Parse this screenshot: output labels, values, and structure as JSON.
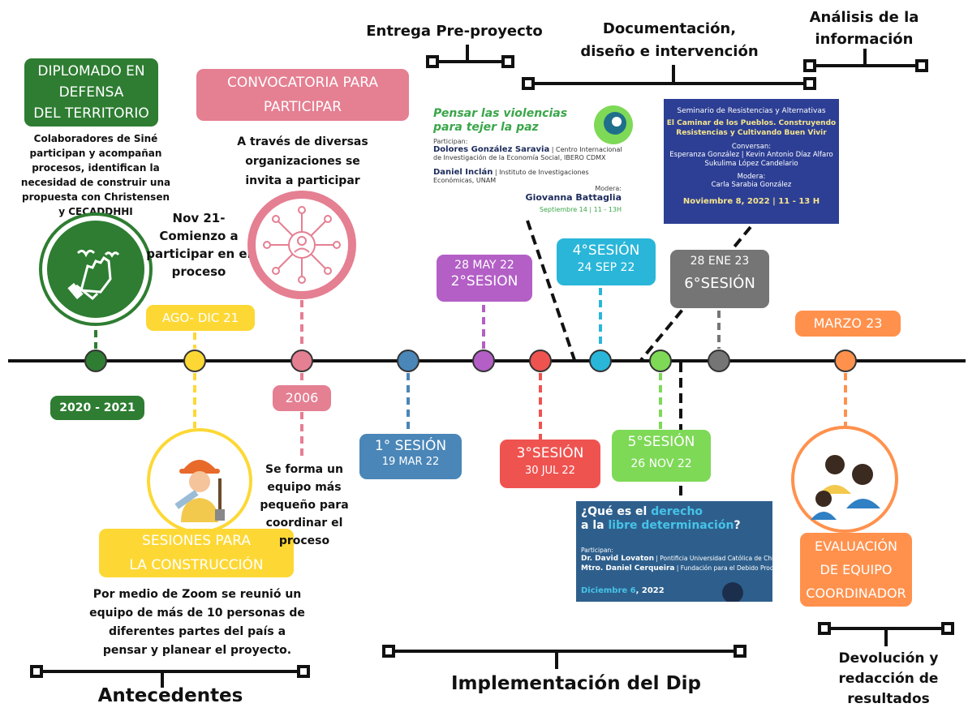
{
  "phases": {
    "antecedentes": "Antecedentes",
    "implementacion": "Implementación del Dip",
    "devolucion_1": "Devolución y",
    "devolucion_2": "redacción de",
    "devolucion_3": "resultados",
    "entrega": "Entrega Pre-proyecto",
    "documentacion_1": "Documentación,",
    "documentacion_2": "diseño e intervención",
    "analisis_1": "Análisis de  la",
    "analisis_2": "información"
  },
  "milestones": {
    "diplomado": {
      "title_1": "DIPLOMADO EN",
      "title_2": "DEFENSA",
      "title_3": "DEL TERRITORIO",
      "text_1": "Colaboradores de Siné",
      "text_2": "participan y acompañan",
      "text_3": "procesos, identifican la",
      "text_4": "necesidad de construir una",
      "text_5": "propuesta con Christensen",
      "text_6": "y CECADDHHI",
      "date": "2020 - 2021",
      "color": "#2e7d32"
    },
    "nov21": {
      "text_1": "Nov 21-",
      "text_2": "Comienzo a",
      "text_3": "participar en el",
      "text_4": "proceso"
    },
    "sesiones": {
      "date": "AGO- DIC 21",
      "title_1": "SESIONES PARA",
      "title_2": "LA CONSTRUCCIÓN",
      "text_1": "Por medio de Zoom se reunió un",
      "text_2": "equipo de más de 10 personas de",
      "text_3": "diferentes partes del país a",
      "text_4": "pensar y planear el proyecto.",
      "color": "#fdd835"
    },
    "convocatoria": {
      "title_1": "CONVOCATORIA PARA",
      "title_2": "PARTICIPAR",
      "text_1": "A través de diversas",
      "text_2": "organizaciones se",
      "text_3": "invita a participar",
      "date": "2006",
      "text2_1": "Se forma un",
      "text2_2": "equipo más",
      "text2_3": "pequeño para",
      "text2_4": "coordinar el",
      "text2_5": "proceso",
      "color": "#e57f92"
    },
    "s1": {
      "title": "1° SESIÓN",
      "date": "19 MAR 22",
      "color": "#4a86b8"
    },
    "s2": {
      "date": "28 MAY 22",
      "title": "2°SESION",
      "color": "#b35fc6"
    },
    "s3": {
      "title": "3°SESIÓN",
      "date": "30 JUL 22",
      "color": "#ef5350"
    },
    "s4": {
      "title": "4°SESIÓN",
      "date": "24 SEP 22",
      "color": "#29b6d9"
    },
    "s5": {
      "title": "5°SESIÓN",
      "date": "26 NOV 22",
      "color": "#7ed957"
    },
    "s6": {
      "date": "28 ENE 23",
      "title": "6°SESIÓN",
      "color": "#757575"
    },
    "marzo": {
      "date": "MARZO 23",
      "title_1": "EVALUACIÓN",
      "title_2": "DE EQUIPO",
      "title_3": "COORDINADOR",
      "color": "#ff914d"
    }
  },
  "cards": {
    "violencias": {
      "title_1": "Pensar las violencias",
      "title_2": "para tejer la paz",
      "participan": "Participan:",
      "p1_name": "Dolores González Saravia",
      "p1_aff": "| Centro Internacional de Investigación de la Economía Social, IBERO CDMX",
      "p2_name": "Daniel Inclán",
      "p2_aff": "| Instituto de Investigaciones Económicas, UNAM",
      "modera": "Modera:",
      "moderator": "Giovanna Battaglia",
      "date": "Septiembre 14 | 11 - 13H"
    },
    "seminario": {
      "line1": "Seminario de Resistencias y Alternativas",
      "title_1": "El Caminar de los Pueblos. Construyendo",
      "title_2": "Resistencias y Cultivando Buen Vivir",
      "conversan": "Conversan:",
      "speakers_1": "Esperanza González | Kevin Antonio Díaz Alfaro",
      "speakers_2": "Sukulima López Candelario",
      "modera": "Modera:",
      "moderator": "Carla Sarabia González",
      "date": "Noviembre 8, 2022 | 11 - 13 H"
    },
    "derecho": {
      "title_a": "¿Qué es el ",
      "title_b": "derecho",
      "title_c": "a la ",
      "title_d": "libre determinación",
      "title_e": "?",
      "participan": "Participan:",
      "s1_name": "Dr. David Lovaton",
      "s1_aff": "| Pontificia Universidad Católica de Chile",
      "s2_name": "Mtro. Daniel Cerqueira",
      "s2_aff": "| Fundación para el Debido Proceso",
      "date_a": "Diciembre 6",
      "date_b": ", 2022"
    }
  }
}
